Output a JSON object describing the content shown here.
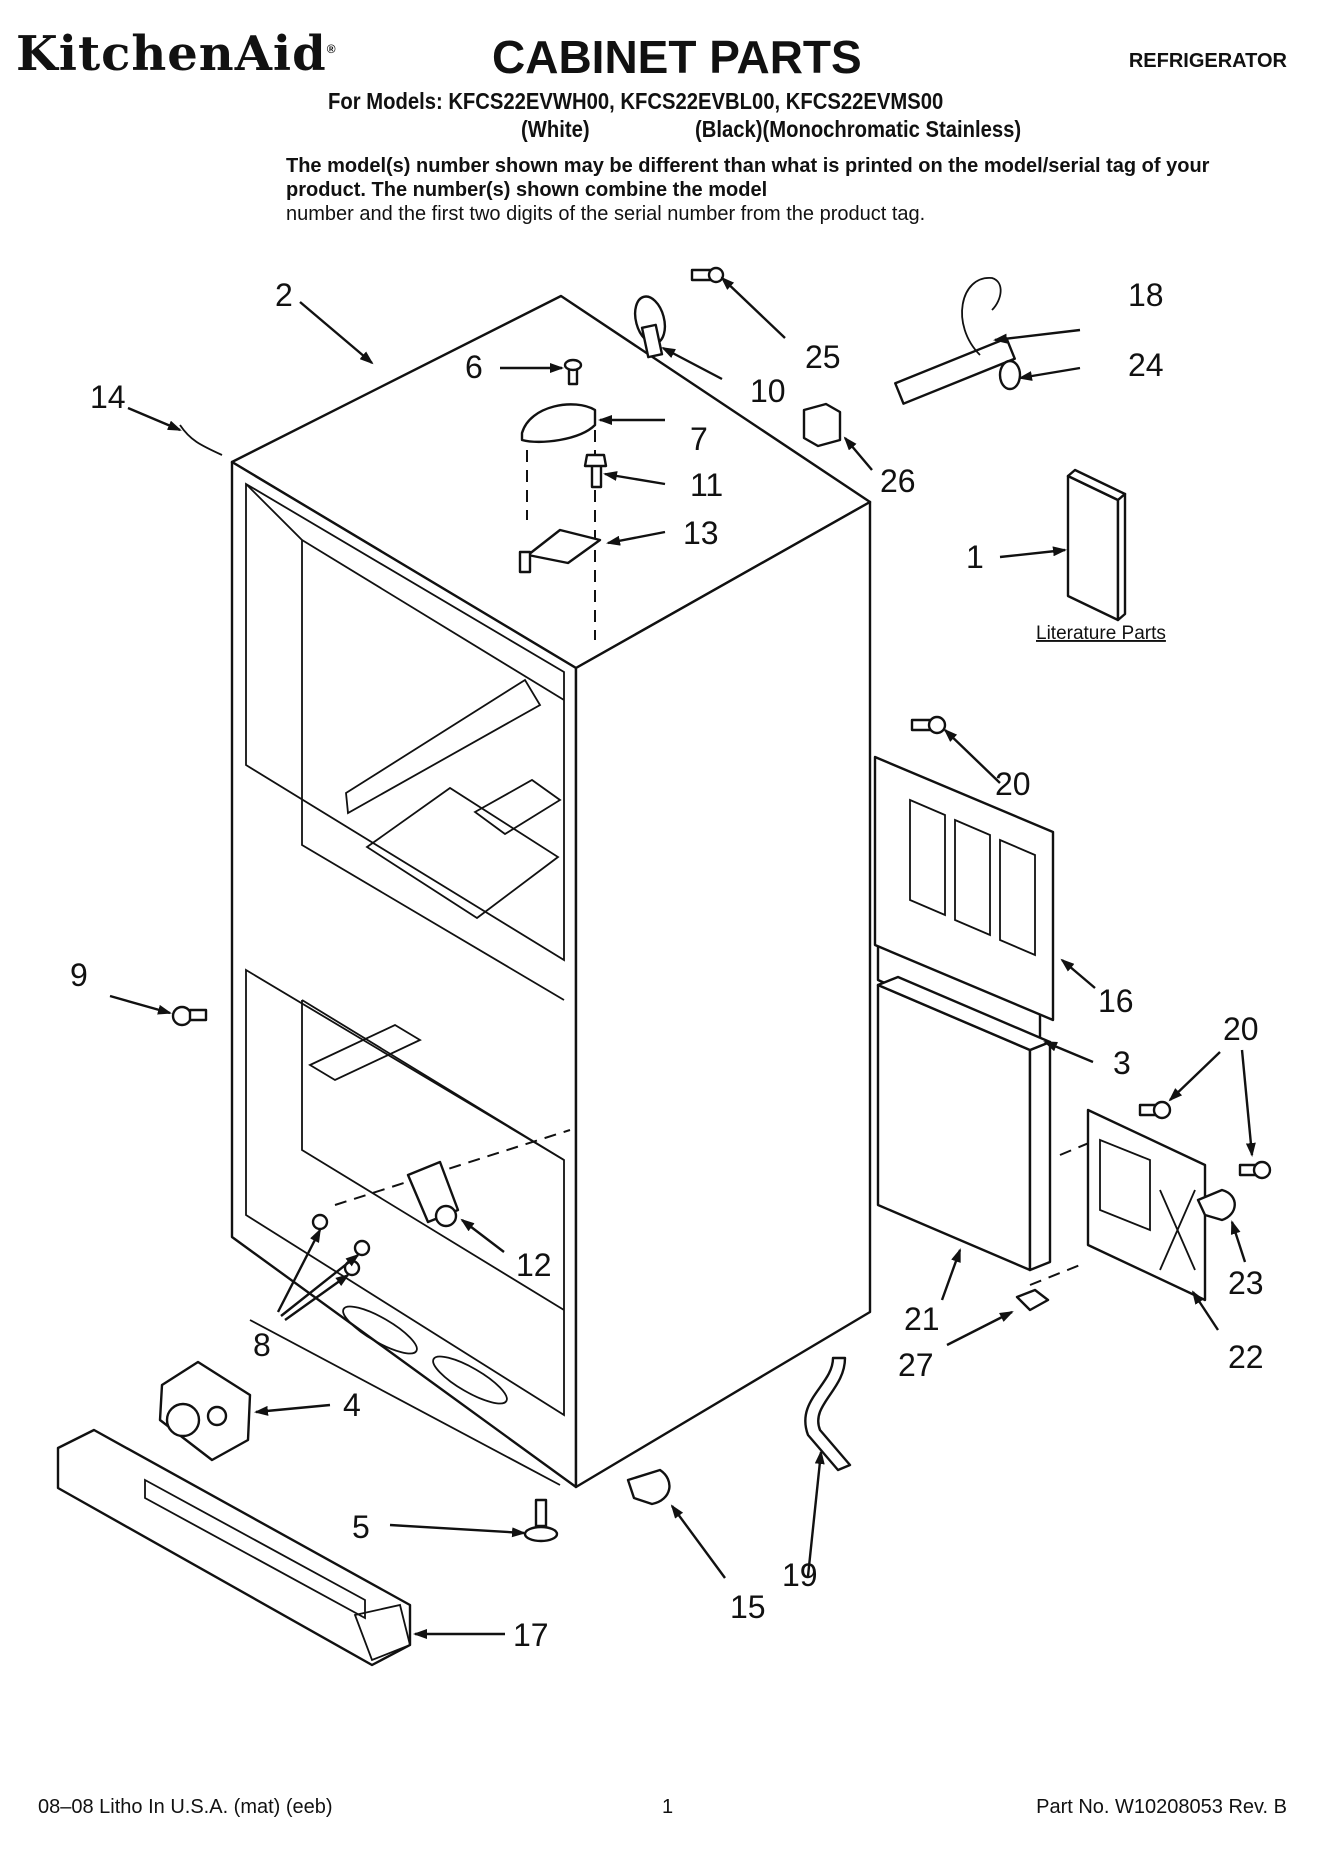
{
  "header": {
    "brand": "KitchenAid",
    "brand_mark": "®",
    "title": "CABINET PARTS",
    "category": "REFRIGERATOR",
    "models_line": "For Models: KFCS22EVWH00, KFCS22EVBL00, KFCS22EVMS00",
    "variant_white": "(White)",
    "variant_black_stainless": "(Black)(Monochromatic Stainless)"
  },
  "notice": {
    "bold_text": "The model(s) number shown may be different than what is printed on the model/serial tag of your product. The number(s) shown combine the model",
    "normal_text": "number and the first two digits of the serial number from the product tag."
  },
  "callouts": {
    "c1": "1",
    "c2": "2",
    "c3": "3",
    "c4": "4",
    "c5": "5",
    "c6": "6",
    "c7": "7",
    "c8": "8",
    "c9": "9",
    "c10": "10",
    "c11": "11",
    "c12": "12",
    "c13": "13",
    "c14": "14",
    "c15": "15",
    "c16": "16",
    "c17": "17",
    "c18": "18",
    "c19": "19",
    "c20a": "20",
    "c20b": "20",
    "c21": "21",
    "c22": "22",
    "c23": "23",
    "c24": "24",
    "c25": "25",
    "c26": "26",
    "c27": "27"
  },
  "literature_label": "Literature Parts",
  "footer": {
    "left": "08–08 Litho In U.S.A. (mat) (eeb)",
    "page": "1",
    "part_no": "Part No. W10208053 Rev. B"
  }
}
